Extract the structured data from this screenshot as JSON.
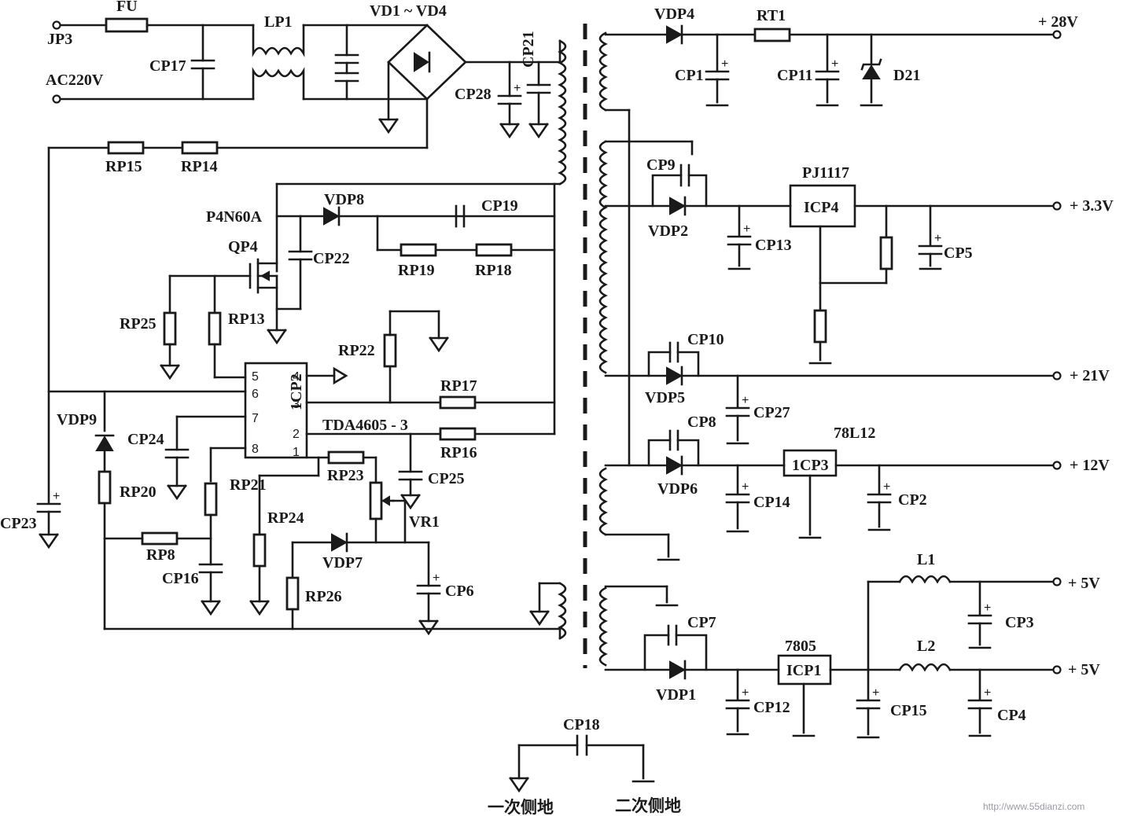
{
  "labels": {
    "fu": "FU",
    "jp3": "JP3",
    "ac220v": "AC220V",
    "lp1": "LP1",
    "cp17": "CP17",
    "vd1_vd4": "VD1 ~ VD4",
    "cp21": "CP21",
    "cp28": "CP28",
    "rp15": "RP15",
    "rp14": "RP14",
    "p4n60a": "P4N60A",
    "vdp8": "VDP8",
    "cp19": "CP19",
    "qp4": "QP4",
    "cp22": "CP22",
    "rp19": "RP19",
    "rp18": "RP18",
    "rp25": "RP25",
    "rp13": "RP13",
    "rp22": "RP22",
    "rp17": "RP17",
    "tda": "TDA4605 - 3",
    "rp16": "RP16",
    "icp2": "1CP2",
    "vdp9": "VDP9",
    "cp24": "CP24",
    "rp21": "RP21",
    "rp23": "RP23",
    "cp25": "CP25",
    "rp20": "RP20",
    "rp24": "RP24",
    "vr1": "VR1",
    "cp23": "CP23",
    "rp8": "RP8",
    "vdp7": "VDP7",
    "cp16": "CP16",
    "rp26": "RP26",
    "cp6": "CP6",
    "vdp4": "VDP4",
    "rt1": "RT1",
    "v28": "+ 28V",
    "cp1": "CP1",
    "cp11": "CP11",
    "d21": "D21",
    "cp9": "CP9",
    "pj1117": "PJ1117",
    "icp4": "ICP4",
    "v33": "+ 3.3V",
    "vdp2": "VDP2",
    "cp13": "CP13",
    "cp5": "CP5",
    "cp10": "CP10",
    "v21": "+ 21V",
    "vdp5": "VDP5",
    "cp27": "CP27",
    "cp8": "CP8",
    "l78l12": "78L12",
    "icp3": "1CP3",
    "v12": "+ 12V",
    "vdp6": "VDP6",
    "cp14": "CP14",
    "cp2": "CP2",
    "l1": "L1",
    "v5a": "+ 5V",
    "cp3": "CP3",
    "cp7": "CP7",
    "l7805": "7805",
    "icp1": "ICP1",
    "l2": "L2",
    "v5b": "+ 5V",
    "vdp1": "VDP1",
    "cp12": "CP12",
    "cp15": "CP15",
    "cp4": "CP4",
    "cp18": "CP18",
    "primary_ground": "一次侧地",
    "secondary_ground": "二次侧地",
    "watermark": "http://www.55dianzi.com"
  },
  "pins": {
    "p1": "1",
    "p2": "2",
    "p3": "3",
    "p4": "4",
    "p5": "5",
    "p6": "6",
    "p7": "7",
    "p8": "8"
  },
  "colors": {
    "ink": "#1a1a1a",
    "watermark": "#9a9aa8"
  }
}
